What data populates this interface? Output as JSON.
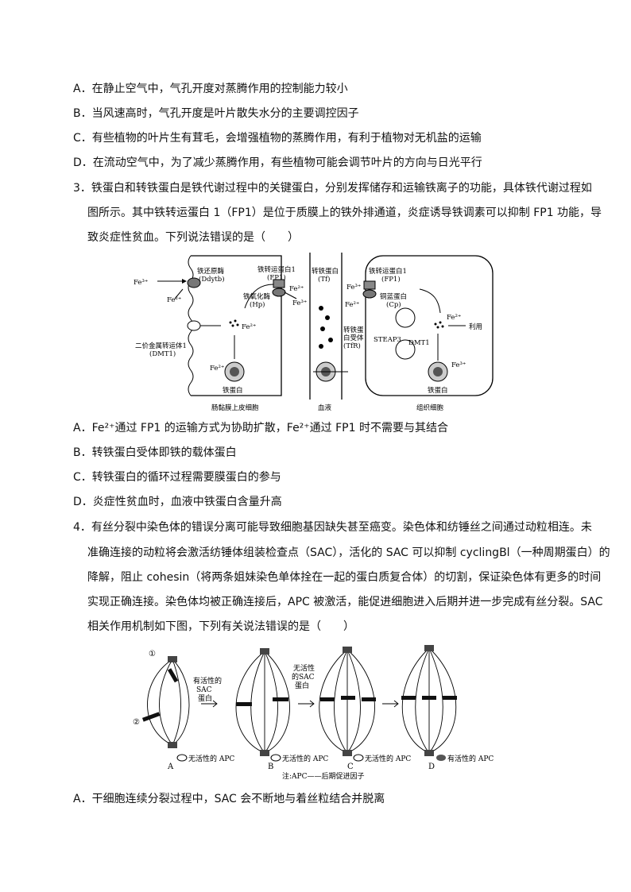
{
  "q2_options": {
    "A": "A．在静止空气中，气孔开度对蒸腾作用的控制能力较小",
    "B": "B．当风速高时，气孔开度是叶片散失水分的主要调控因子",
    "C": "C．有些植物的叶片生有茸毛，会增强植物的蒸腾作用，有利于植物对无机盐的运输",
    "D": "D．在流动空气中，为了减少蒸腾作用，有些植物可能会调节叶片的方向与日光平行"
  },
  "q3": {
    "stem_line1": "3．铁蛋白和转铁蛋白是铁代谢过程中的关键蛋白，分别发挥储存和运输铁离子的功能，具体铁代谢过程如",
    "stem_line2": "图所示。其中铁转运蛋白 1（FP1）是位于质膜上的铁外排通道，炎症诱导铁调素可以抑制 FP1 功能，导",
    "stem_line3": "致炎症性贫血。下列说法错误的是（　　）",
    "figure": {
      "fe3": "Fe³⁺",
      "fe2": "Fe²⁺",
      "ddytb": "铁还原酶",
      "ddytb_abbr": "(Ddytb)",
      "fp1": "铁转运蛋白1",
      "fp1_abbr": "(FP1)",
      "hp": "铁氧化酶",
      "hp_abbr": "(Hp)",
      "dmt1": "二价金属转运体1",
      "dmt1_abbr": "(DMT1)",
      "ferritin": "铁蛋白",
      "tf": "转铁蛋白",
      "tf_abbr": "(Tf)",
      "cp": "铜蓝蛋白",
      "cp_abbr": "(Cp)",
      "tfr": "转铁蛋",
      "tfr2": "白受体",
      "tfr_abbr": "(TfR)",
      "steap3": "STEAP3",
      "dmt1_short": "DMT1",
      "use": "利用",
      "cell_left": "肠黏膜上皮细胞",
      "blood": "血液",
      "cell_right": "组织细胞"
    },
    "options": {
      "A": "A．Fe²⁺通过 FP1 的运输方式为协助扩散，Fe²⁺通过 FP1 时不需要与其结合",
      "B": "B．转铁蛋白受体即铁的载体蛋白",
      "C": "C．转铁蛋白的循环过程需要膜蛋白的参与",
      "D": "D．炎症性贫血时，血液中铁蛋白含量升高"
    }
  },
  "q4": {
    "stem_line1": "4．有丝分裂中染色体的错误分离可能导致细胞基因缺失甚至癌变。染色体和纺锤丝之间通过动粒相连。未",
    "stem_line2": "准确连接的动粒将会激活纺锤体组装检查点（SAC），活化的 SAC 可以抑制 cyclingBl（一种周期蛋白）的",
    "stem_line3": "降解，阻止 cohesin（将两条姐妹染色单体拴在一起的蛋白质复合体）的切割，保证染色体有更多的时间",
    "stem_line4": "实现正确连接。染色体均被正确连接后，APC 被激活，能促进细胞进入后期并进一步完成有丝分裂。SAC",
    "stem_line5": "相关作用机制如下图，下列有关说法错误的是（　　）",
    "figure": {
      "c1": "①",
      "c2": "②",
      "active_sac": "有活性的",
      "active_sac2": "SAC",
      "active_sac3": "蛋白",
      "inactive_sac": "无活性",
      "inactive_sac2": "的SAC",
      "inactive_sac3": "蛋白",
      "inactive_apc": "无活性的 APC",
      "active_apc": "有活性的 APC",
      "label_a": "A",
      "label_b": "B",
      "label_c": "C",
      "label_d": "D",
      "note": "注:APC——后期促进因子"
    },
    "options": {
      "A": "A．干细胞连续分裂过程中，SAC 会不断地与着丝粒结合并脱离"
    }
  }
}
